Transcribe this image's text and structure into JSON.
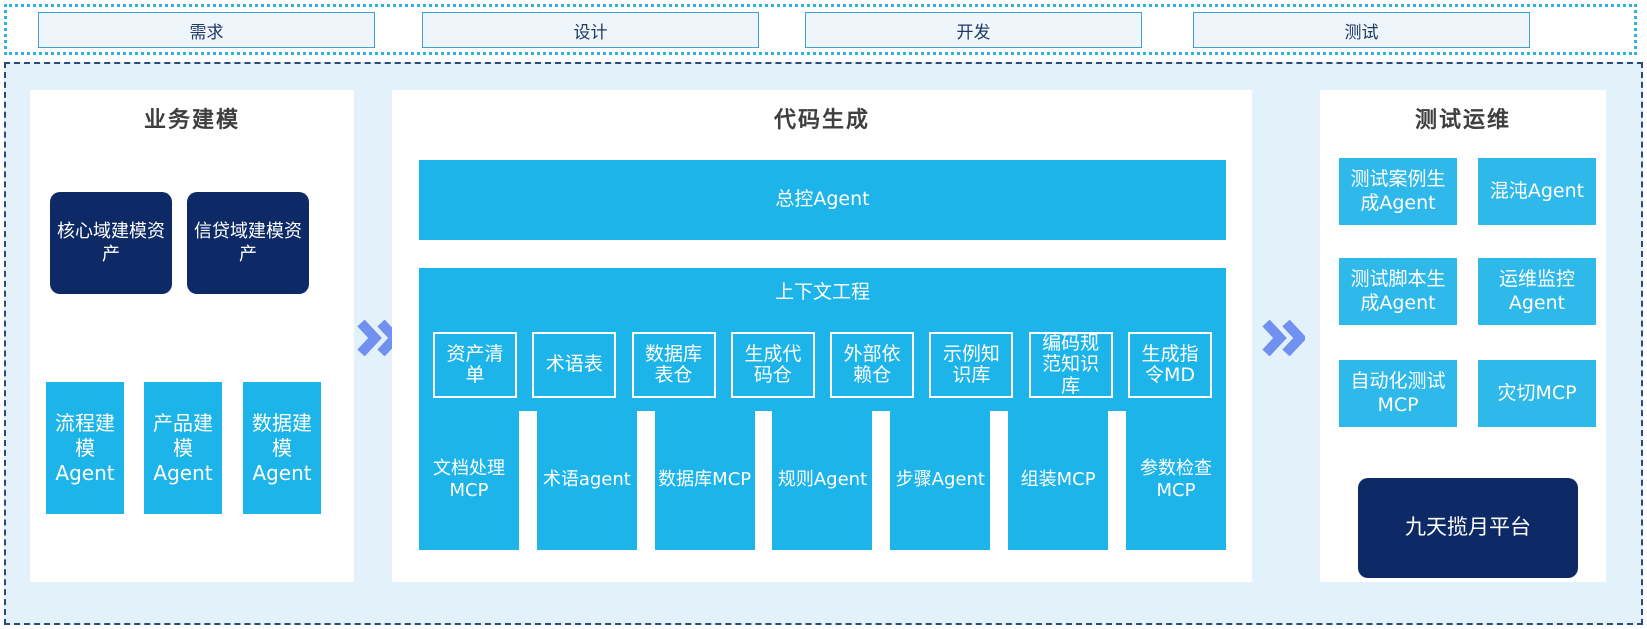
{
  "phases": {
    "items": [
      {
        "label": "需求"
      },
      {
        "label": "设计"
      },
      {
        "label": "开发"
      },
      {
        "label": "测试"
      }
    ]
  },
  "business_modeling": {
    "title": "业务建模",
    "asset_boxes": [
      {
        "label": "核心域建模资产"
      },
      {
        "label": "信贷域建模资产"
      }
    ],
    "agent_boxes": [
      {
        "label": "流程建模Agent"
      },
      {
        "label": "产品建模Agent"
      },
      {
        "label": "数据建模Agent"
      }
    ]
  },
  "code_generation": {
    "title": "代码生成",
    "master_agent": "总控Agent",
    "context_engineering": {
      "title": "上下文工程",
      "items": [
        "资产清单",
        "术语表",
        "数据库表仓",
        "生成代码仓",
        "外部依赖仓",
        "示例知识库",
        "编码规范知识库",
        "生成指令MD"
      ]
    },
    "tools": [
      "文档处理MCP",
      "术语agent",
      "数据库MCP",
      "规则Agent",
      "步骤Agent",
      "组装MCP",
      "参数检查MCP"
    ]
  },
  "test_ops": {
    "title": "测试运维",
    "boxes": [
      "测试案例生成Agent",
      "混沌Agent",
      "测试脚本生成Agent",
      "运维监控Agent",
      "自动化测试MCP",
      "灾切MCP"
    ],
    "platform": "九天揽月平台"
  },
  "icons": {
    "flow_arrow": "chevron-double-right"
  },
  "colors": {
    "cyan": "#1db4ea",
    "cyan_light": "#2fb9ea",
    "navy": "#0d2a66",
    "arrow_blue": "#7191f1",
    "container_bg": "#e3f1fa",
    "phase_fill": "#eef6fb",
    "phase_border": "#3f9fd8",
    "dotted_border": "#2fb3e6",
    "dashed_border": "#2b4a7e",
    "title_text": "#3f3f3f"
  }
}
